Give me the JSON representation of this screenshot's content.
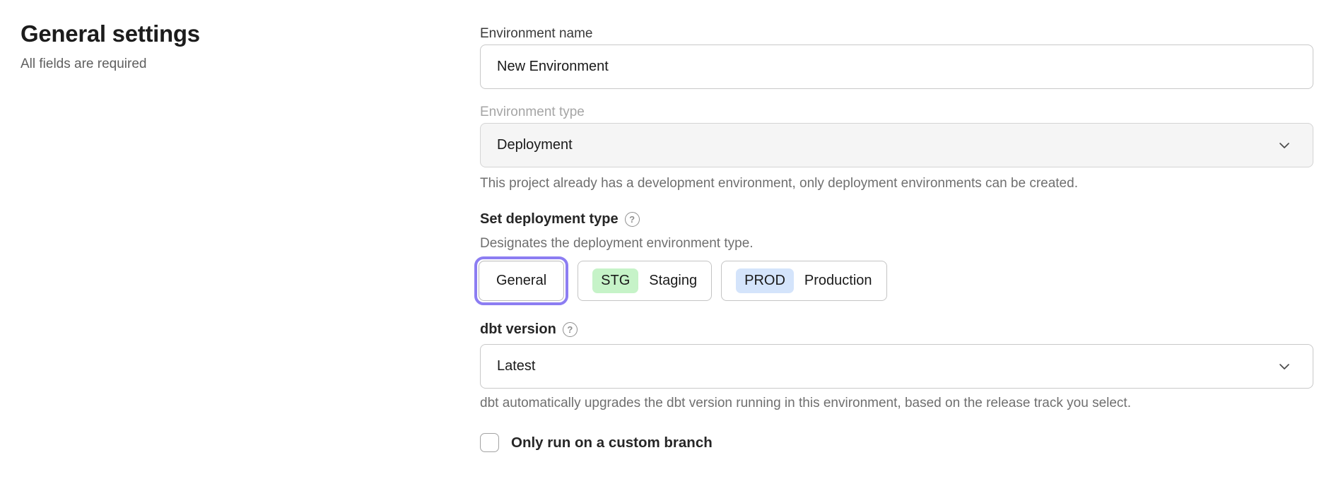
{
  "page": {
    "heading": "General settings",
    "subheading": "All fields are required"
  },
  "form": {
    "environment_name": {
      "label": "Environment name",
      "value": "New Environment"
    },
    "environment_type": {
      "label": "Environment type",
      "value": "Deployment",
      "disabled": true,
      "helper": "This project already has a development environment, only deployment environments can be created."
    },
    "deployment_type": {
      "label": "Set deployment type",
      "help_glyph": "?",
      "description": "Designates the deployment environment type.",
      "options": [
        {
          "label": "General",
          "selected": true
        },
        {
          "badge": "STG",
          "label": "Staging",
          "badge_color": "#c6f3c8",
          "selected": false
        },
        {
          "badge": "PROD",
          "label": "Production",
          "badge_color": "#d4e4fb",
          "selected": false
        }
      ]
    },
    "dbt_version": {
      "label": "dbt version",
      "help_glyph": "?",
      "value": "Latest",
      "helper": "dbt automatically upgrades the dbt version running in this environment, based on the release track you select."
    },
    "custom_branch": {
      "label": "Only run on a custom branch",
      "checked": false
    }
  },
  "colors": {
    "selected_ring": "#8c7df2",
    "staging_badge_bg": "#c6f3c8",
    "production_badge_bg": "#d4e4fb",
    "disabled_field_bg": "#f5f5f5"
  }
}
